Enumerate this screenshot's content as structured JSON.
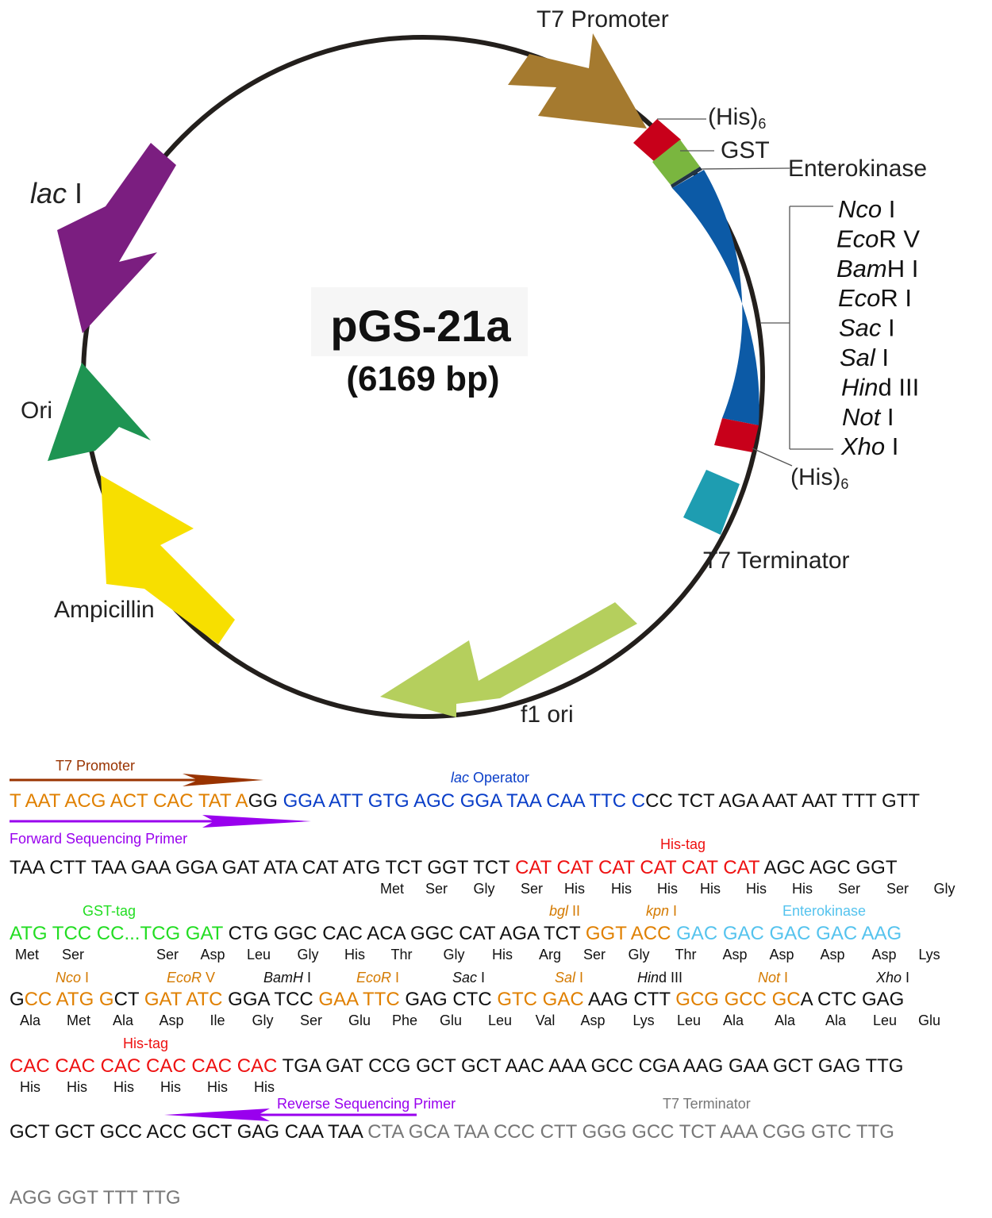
{
  "plasmid": {
    "name": "pGS-21a",
    "size": "(6169 bp)"
  },
  "map_labels": {
    "t7_promoter": "T7 Promoter",
    "his_top": "(His)",
    "his_sub": "6",
    "gst": "GST",
    "enterokinase": "Enterokinase",
    "his_bottom": "(His)",
    "t7_terminator": "T7 Terminator",
    "f1_ori": "f1 ori",
    "ampicillin": "Ampicillin",
    "ori": "Ori",
    "lac_italic": "lac",
    "lac_roman": " I"
  },
  "mcs_sites": [
    {
      "italic": "Nco",
      "roman": " I"
    },
    {
      "italic": "Eco",
      "roman": "R V"
    },
    {
      "italic": "Bam",
      "roman": "H I"
    },
    {
      "italic": "Eco",
      "roman": "R I"
    },
    {
      "italic": "Sac",
      "roman": " I"
    },
    {
      "italic": "Sal",
      "roman": " I"
    },
    {
      "italic": "Hin",
      "roman": "d III"
    },
    {
      "italic": "Not",
      "roman": " I"
    },
    {
      "italic": "Xho",
      "roman": " I"
    }
  ],
  "colors": {
    "backbone": "#231f1c",
    "t7_promoter": "#a57a2f",
    "his": "#c8001a",
    "gst": "#7ab63f",
    "mcs_region": "#0c5aa6",
    "t7_terminator": "#1e9db1",
    "f1_ori": "#b5cf5d",
    "ampicillin": "#f7df00",
    "ori": "#1e9452",
    "lac_i": "#7b1e80",
    "seq_orange": "#e08000",
    "seq_blue": "#0a3ec8",
    "seq_red": "#ee1111",
    "seq_green": "#22dd22",
    "seq_cyan": "#55c3ee",
    "seq_gray": "#777777",
    "primer_purple": "#9900ee",
    "promoter_brown": "#993300"
  },
  "sequence_annotations": {
    "t7_promoter": "T7 Promoter",
    "lac_operator_italic": "lac",
    "lac_operator_rest": " Operator",
    "forward_primer": "Forward Sequencing Primer",
    "his_tag_1": "His-tag",
    "gst_tag": "GST-tag",
    "bgl_italic": "bgl",
    "bgl_roman": " II",
    "kpn_italic": "kpn",
    "kpn_roman": " I",
    "enterokinase": "Enterokinase",
    "his_tag_2": "His-tag",
    "reverse_primer": "Reverse Sequencing Primer",
    "t7_terminator": "T7 Terminator"
  },
  "row4_sites": [
    {
      "italic": "Nco",
      "roman": " I",
      "color": "orange"
    },
    {
      "italic": "EcoR",
      "roman": " V",
      "color": "orange"
    },
    {
      "italic": "BamH",
      "roman": " I",
      "color": "black"
    },
    {
      "italic": "EcoR",
      "roman": " I",
      "color": "orange"
    },
    {
      "italic": "Sac",
      "roman": " I",
      "color": "black"
    },
    {
      "italic": "Sal",
      "roman": " I",
      "color": "orange"
    },
    {
      "italic": "Hin",
      "roman": "d III",
      "color": "black"
    },
    {
      "italic": "Not",
      "roman": " I",
      "color": "orange"
    },
    {
      "italic": "Xho",
      "roman": " I",
      "color": "black"
    }
  ],
  "sequence_rows": [
    [
      {
        "t": "T AAT ACG ACT CAC TAT A",
        "c": "orange"
      },
      {
        "t": "GG ",
        "c": "black"
      },
      {
        "t": "GGA ATT GTG AGC GGA TAA CAA TTC C",
        "c": "blue"
      },
      {
        "t": "CC TCT AGA AAT AAT TTT GTT",
        "c": "black"
      }
    ],
    [
      {
        "t": "TAA CTT TAA GAA GGA GAT ATA CAT ATG TCT GGT TCT ",
        "c": "black"
      },
      {
        "t": "CAT CAT CAT CAT CAT CAT",
        "c": "red"
      },
      {
        "t": " AGC AGC GGT",
        "c": "black"
      }
    ],
    [
      {
        "t": "ATG TCC CC...TCG GAT",
        "c": "green"
      },
      {
        "t": " CTG GGC CAC ACA GGC CAT AGA TCT ",
        "c": "black"
      },
      {
        "t": "GGT ACC ",
        "c": "orange"
      },
      {
        "t": "GAC GAC GAC GAC AAG",
        "c": "cyan"
      }
    ],
    [
      {
        "t": "G",
        "c": "black"
      },
      {
        "t": "CC ATG G",
        "c": "orange"
      },
      {
        "t": "CT ",
        "c": "black"
      },
      {
        "t": "GAT ATC",
        "c": "orange"
      },
      {
        "t": " GGA TCC ",
        "c": "black"
      },
      {
        "t": "GAA TTC",
        "c": "orange"
      },
      {
        "t": " GAG CTC ",
        "c": "black"
      },
      {
        "t": "GTC GAC",
        "c": "orange"
      },
      {
        "t": " AAG CTT ",
        "c": "black"
      },
      {
        "t": "GCG GCC GC",
        "c": "orange"
      },
      {
        "t": "A CTC GAG",
        "c": "black"
      }
    ],
    [
      {
        "t": "CAC CAC CAC CAC CAC CAC",
        "c": "red"
      },
      {
        "t": " TGA GAT CCG GCT GCT AAC AAA GCC CGA AAG GAA GCT GAG TTG",
        "c": "black"
      }
    ],
    [
      {
        "t": "GCT GCT GCC ACC GCT GAG CAA TAA ",
        "c": "black"
      },
      {
        "t": "CTA GCA TAA CCC CTT GGG GCC TCT AAA CGG GTC TTG",
        "c": "gray"
      }
    ],
    [
      {
        "t": "AGG GGT TTT TTG",
        "c": "gray"
      }
    ]
  ],
  "aa_rows": [
    [
      "Met",
      "Ser",
      "Gly",
      "Ser",
      "His",
      "His",
      "His",
      "His",
      "His",
      "His",
      "Ser",
      "Ser",
      "Gly"
    ],
    [
      "Met",
      "Ser",
      "Ser",
      "Asp",
      "Leu",
      "Gly",
      "His",
      "Thr",
      "Gly",
      "His",
      "Arg",
      "Ser",
      "Gly",
      "Thr",
      "Asp",
      "Asp",
      "Asp",
      "Asp",
      "Lys"
    ],
    [
      "Ala",
      "Met",
      "Ala",
      "Asp",
      "Ile",
      "Gly",
      "Ser",
      "Glu",
      "Phe",
      "Glu",
      "Leu",
      "Val",
      "Asp",
      "Lys",
      "Leu",
      "Ala",
      "Ala",
      "Ala",
      "Leu",
      "Glu"
    ],
    [
      "His",
      "His",
      "His",
      "His",
      "His",
      "His"
    ]
  ]
}
